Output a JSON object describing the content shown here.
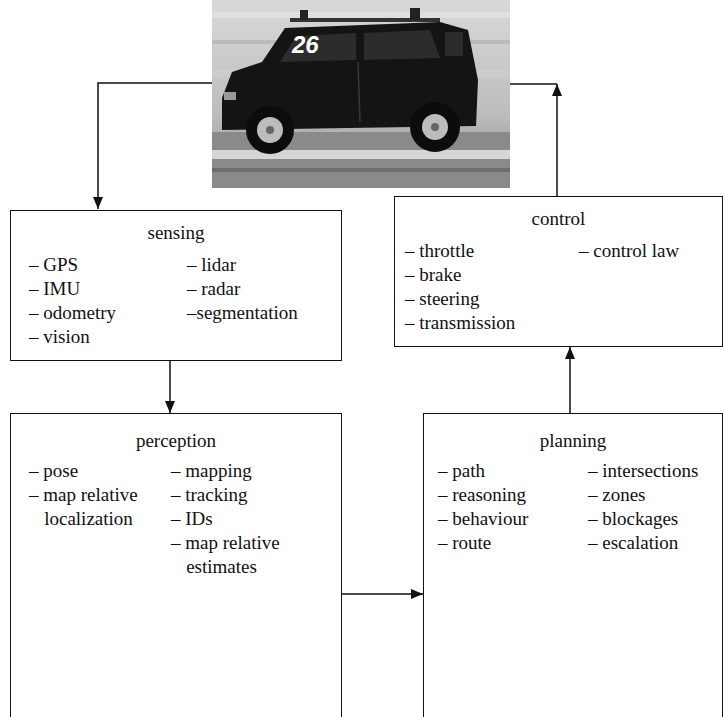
{
  "diagram": {
    "nodes": [
      {
        "text": [
          "sensing",
          "– GPS",
          "– IMU",
          "– odometry",
          "– vision",
          "– lidar",
          "– radar",
          "–segmentation"
        ]
      },
      {
        "text": [
          "control",
          "– throttle",
          "– brake",
          "– steering",
          "– transmission",
          "– control law"
        ]
      },
      {
        "text": [
          "perception",
          "– pose",
          "– map relative localization",
          "– mapping",
          "– tracking",
          "– IDs",
          "– map relative estimates"
        ]
      },
      {
        "text": [
          "planning",
          "– path",
          "– reasoning",
          "– behaviour",
          "– route",
          "– intersections",
          "– zones",
          "– blockages",
          "– escalation"
        ]
      }
    ],
    "edges": [
      {
        "from": 0,
        "to": 2,
        "arrow": "to"
      },
      {
        "from": 2,
        "to": 3,
        "arrow": "to"
      },
      {
        "from": 3,
        "to": 1,
        "arrow": "to"
      }
    ],
    "labels": [
      "26"
    ]
  }
}
